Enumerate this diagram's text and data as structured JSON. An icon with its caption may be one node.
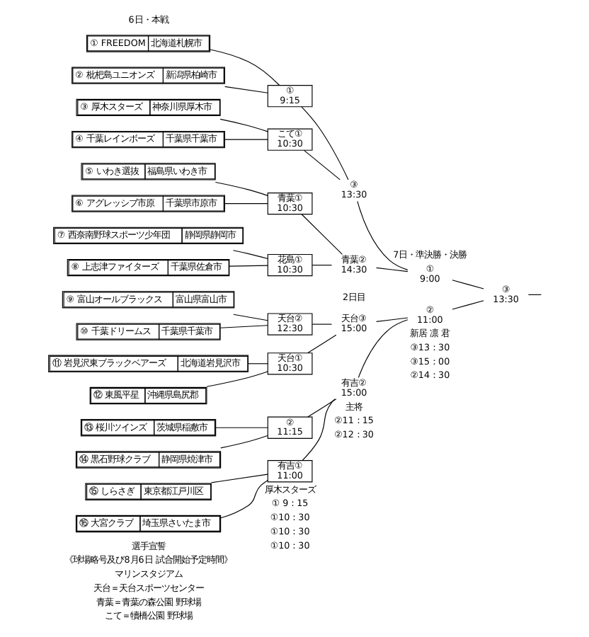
{
  "diagram": {
    "nodes": [
      {
        "text": [
          "① FREEDOM",
          "北海道札幌市"
        ]
      },
      {
        "text": [
          "② 枇杷島ユニオンズ",
          "新潟県柏崎市"
        ]
      },
      {
        "text": [
          "③ 厚木スターズ",
          "神奈川県厚木市"
        ]
      },
      {
        "text": [
          "④ 千葉レインボーズ",
          "千葉県千葉市"
        ]
      },
      {
        "text": [
          "⑤ いわき選抜",
          "福島県いわき市"
        ]
      },
      {
        "text": [
          "⑥ アグレッシブ市原",
          "千葉県市原市"
        ]
      },
      {
        "text": [
          "⑦ 西奈南野球スポーツ少年団",
          "静岡県静岡市"
        ]
      },
      {
        "text": [
          "⑧ 上志津ファイターズ",
          "千葉県佐倉市"
        ]
      },
      {
        "text": [
          "⑨ 富山オールブラックス",
          "富山県富山市"
        ]
      },
      {
        "text": [
          "⑩ 千葉ドリームス",
          "千葉県千葉市"
        ]
      },
      {
        "text": [
          "⑪ 岩見沢東ブラックベアーズ",
          "北海道岩見沢市"
        ]
      },
      {
        "text": [
          "⑫ 東風平星",
          "沖縄県島尻郡"
        ]
      },
      {
        "text": [
          "⑬ 桜川ツインズ",
          "茨城県稲敷市"
        ]
      },
      {
        "text": [
          "⑭ 黒石野球クラブ",
          "静岡県焼津市"
        ]
      },
      {
        "text": [
          "⑮ しらさぎ",
          "東京都江戸川区"
        ]
      },
      {
        "text": [
          "⑯ 大宮クラブ",
          "埼玉県さいたま市"
        ]
      },
      {
        "text": [
          "①",
          "9:15"
        ]
      },
      {
        "text": [
          "こて①",
          "10:30"
        ]
      },
      {
        "text": [
          "青葉①",
          "10:30"
        ]
      },
      {
        "text": [
          "花島①",
          "10:30"
        ]
      },
      {
        "text": [
          "天台②",
          "12:30"
        ]
      },
      {
        "text": [
          "天台①",
          "10:30"
        ]
      },
      {
        "text": [
          "②",
          "11:15"
        ]
      },
      {
        "text": [
          "有吉①",
          "11:00"
        ]
      },
      {
        "text": [
          "③",
          "13:30"
        ]
      },
      {
        "text": [
          "青葉②",
          "14:30"
        ]
      },
      {
        "text": [
          "天台③",
          "15:00"
        ]
      },
      {
        "text": [
          "有吉②",
          "15:00"
        ]
      },
      {
        "text": [
          "①",
          "9:00"
        ]
      },
      {
        "text": [
          "②",
          "11:00"
        ]
      },
      {
        "text": [
          "③",
          "13:30"
        ]
      }
    ],
    "edges": [
      {
        "from": 0,
        "to": 16,
        "arrow": "none"
      },
      {
        "from": 1,
        "to": 16,
        "arrow": "none"
      },
      {
        "from": 2,
        "to": 17,
        "arrow": "none"
      },
      {
        "from": 3,
        "to": 17,
        "arrow": "none"
      },
      {
        "from": 4,
        "to": 18,
        "arrow": "none"
      },
      {
        "from": 5,
        "to": 18,
        "arrow": "none"
      },
      {
        "from": 6,
        "to": 19,
        "arrow": "none"
      },
      {
        "from": 7,
        "to": 19,
        "arrow": "none"
      },
      {
        "from": 8,
        "to": 20,
        "arrow": "none"
      },
      {
        "from": 9,
        "to": 20,
        "arrow": "none"
      },
      {
        "from": 10,
        "to": 21,
        "arrow": "none"
      },
      {
        "from": 11,
        "to": 21,
        "arrow": "none"
      },
      {
        "from": 12,
        "to": 22,
        "arrow": "none"
      },
      {
        "from": 13,
        "to": 22,
        "arrow": "none"
      },
      {
        "from": 14,
        "to": 23,
        "arrow": "none"
      },
      {
        "from": 15,
        "to": 23,
        "arrow": "none"
      },
      {
        "from": 16,
        "to": 24,
        "arrow": "none"
      },
      {
        "from": 17,
        "to": 24,
        "arrow": "none"
      },
      {
        "from": 18,
        "to": 25,
        "arrow": "none"
      },
      {
        "from": 19,
        "to": 25,
        "arrow": "none"
      },
      {
        "from": 20,
        "to": 26,
        "arrow": "none"
      },
      {
        "from": 21,
        "to": 26,
        "arrow": "none"
      },
      {
        "from": 22,
        "to": 27,
        "arrow": "none"
      },
      {
        "from": 23,
        "to": 27,
        "arrow": "none"
      },
      {
        "from": 24,
        "to": 28,
        "arrow": "none"
      },
      {
        "from": 25,
        "to": 28,
        "arrow": "none"
      },
      {
        "from": 26,
        "to": 29,
        "arrow": "none"
      },
      {
        "from": 27,
        "to": 29,
        "arrow": "none"
      },
      {
        "from": 28,
        "to": 30,
        "arrow": "none"
      },
      {
        "from": 29,
        "to": 30,
        "arrow": "none"
      },
      {
        "from": 30,
        "to": null,
        "arrow": "none"
      }
    ],
    "labels": [
      "6日・本戦",
      "7日・準決勝・決勝",
      "2日目",
      "選手宣誓",
      "厚木スターズ",
      "主将",
      "新居 凛 君",
      "《球場略号及び8月6日 試合開始予定時間》",
      "マリンスタジアム",
      "① 9：15",
      "②11：15",
      "③13：30",
      "天台＝天台スポーツセンター",
      "①10：30",
      "②12：30",
      "③15：00",
      "青葉＝青葉の森公園 野球場",
      "①10：30",
      "②14：30",
      "こて＝犢橋公園 野球場",
      "①10：30"
    ]
  }
}
